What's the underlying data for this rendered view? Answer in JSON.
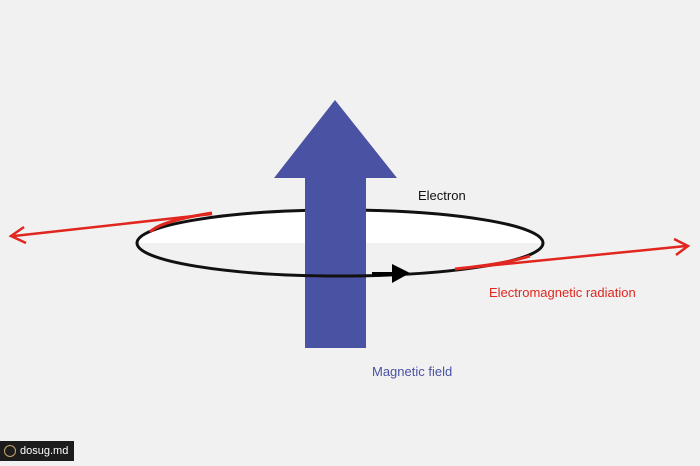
{
  "labels": {
    "electron": "Electron",
    "em_radiation": "Electromagnetic radiation",
    "magnetic_field": "Magnetic field"
  },
  "watermark": {
    "text": "dosug.md",
    "icon": "dosug-logo-icon"
  },
  "colors": {
    "background": "#f1f1f1",
    "magnetic_arrow": "#4a52a3",
    "radiation": "#e0261f",
    "orbit": "#111111",
    "orbit_fill": "#ffffff"
  }
}
